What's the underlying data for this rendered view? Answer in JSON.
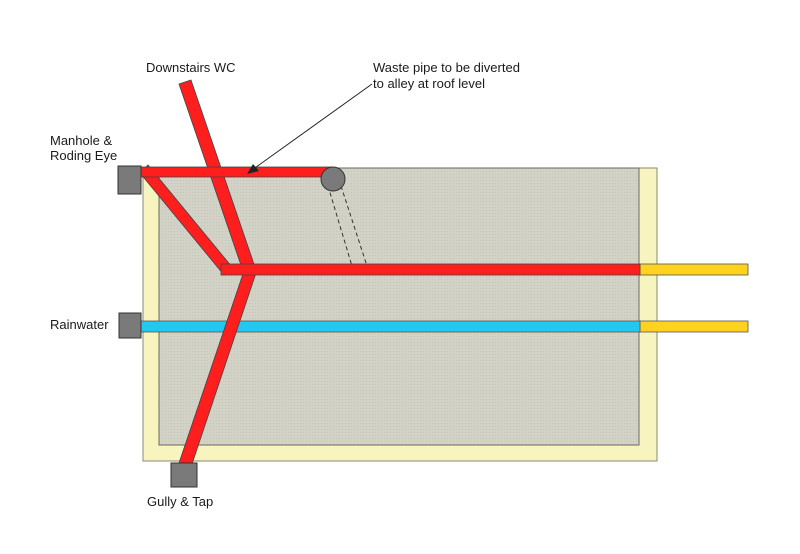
{
  "labels": {
    "downstairs_wc": "Downstairs WC",
    "waste_pipe_line1": "Waste pipe to be diverted",
    "waste_pipe_line2": "to alley at roof level",
    "manhole_line1": "Manhole &",
    "manhole_line2": "Roding Eye",
    "rainwater": "Rainwater",
    "gully_tap": "Gully & Tap"
  },
  "colors": {
    "soil_pipe": "#ff1e1e",
    "rainwater_pipe": "#22c8f0",
    "outlet_pipe": "#ffd21e",
    "building_outer": "#f7f4c0",
    "building_inner": "#cfcfc2",
    "fitting": "#7a7a7a"
  }
}
